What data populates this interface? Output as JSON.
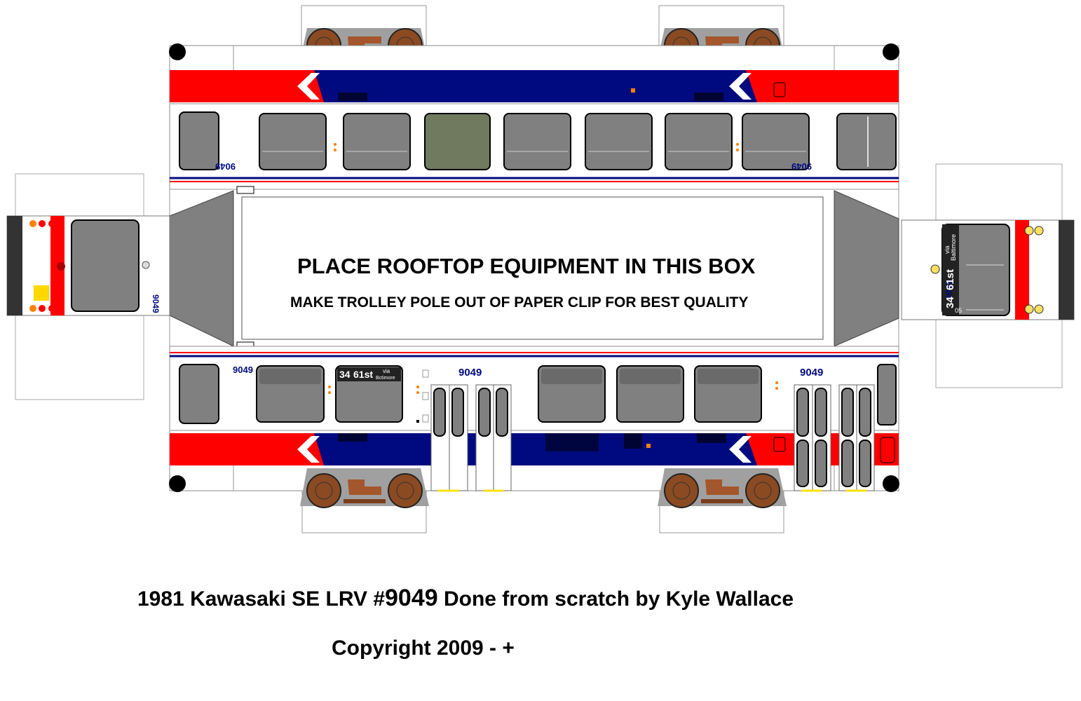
{
  "colors": {
    "red": "#ff0000",
    "blue": "#000a80",
    "window_grey": "#808080",
    "cab_window": "#707a5f",
    "wheel_brown": "#8b4a22",
    "frame_brown": "#a4562c",
    "accent_orange": "#ff8000"
  },
  "car": {
    "number": "9049",
    "destination_route": "34",
    "destination_name": "61st",
    "destination_via": "via",
    "destination_via_name": "Baltimore",
    "destination_via_short": "Bctimore",
    "destination_code": "05"
  },
  "roof_box": {
    "title": "PLACE ROOFTOP EQUIPMENT IN THIS BOX",
    "subtitle": "MAKE TROLLEY POLE OUT OF PAPER CLIP FOR BEST QUALITY"
  },
  "caption": {
    "prefix": "1981 Kawasaki SE LRV #",
    "number": "9049",
    "suffix": " Done from scratch by Kyle Wallace",
    "copyright": "Copyright 2009 - +"
  }
}
